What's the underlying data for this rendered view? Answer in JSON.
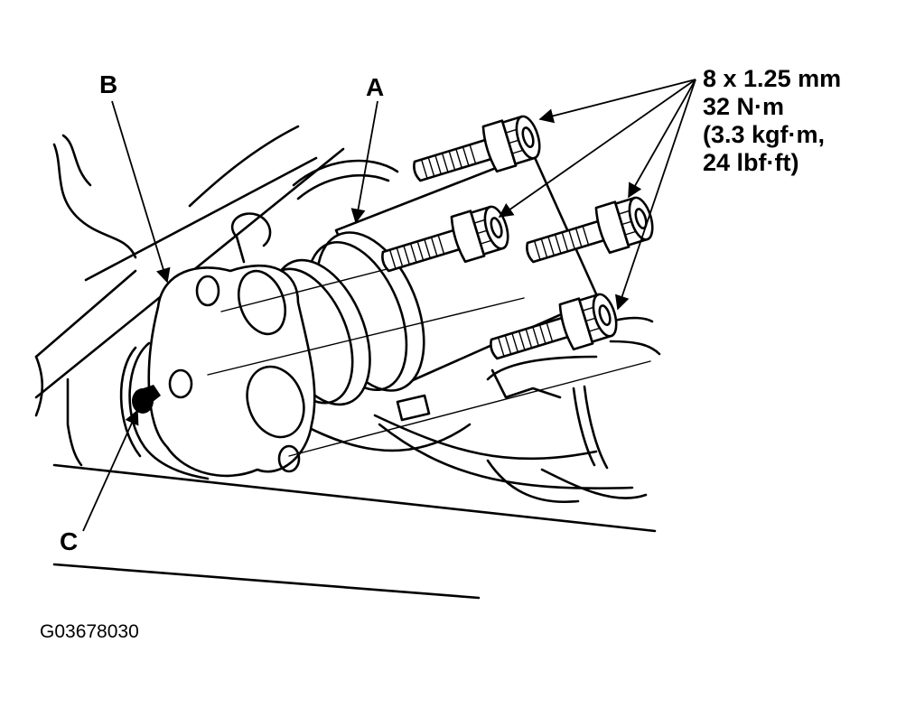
{
  "figure": {
    "callouts": {
      "a": "A",
      "b": "B",
      "c": "C"
    },
    "spec": {
      "line1": "8 x 1.25 mm",
      "line2": "32 N·m",
      "line3": "(3.3 kgf·m,",
      "line4": "24 lbf·ft)"
    },
    "code": "G03678030",
    "parts": {
      "hub": "A",
      "bolt_count": 4
    }
  }
}
